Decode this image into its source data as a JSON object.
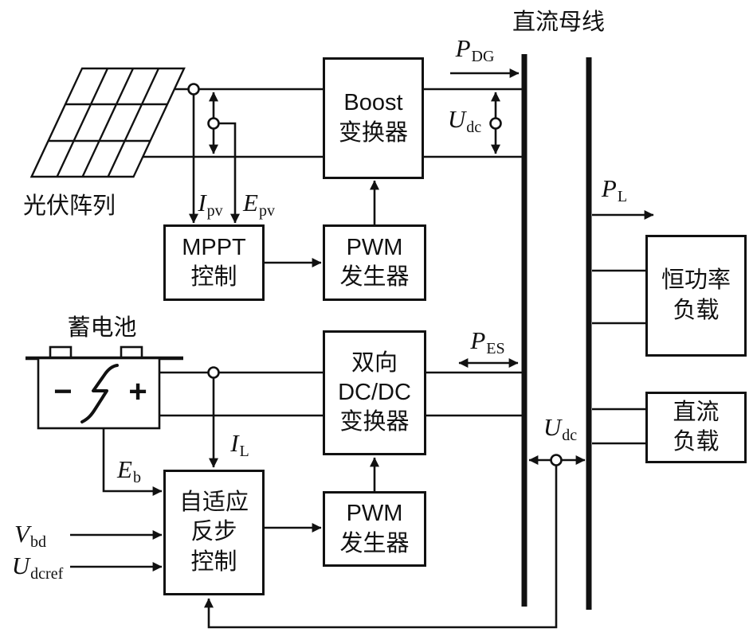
{
  "diagram": {
    "bus_title": "直流母线",
    "pv_label": "光伏阵列",
    "battery_label": "蓄电池",
    "battery_minus": "−",
    "battery_plus": "+"
  },
  "blocks": {
    "boost": {
      "lines": [
        "Boost",
        "变换器"
      ]
    },
    "mppt": {
      "lines": [
        "MPPT",
        "控制"
      ]
    },
    "pwm_top": {
      "lines": [
        "PWM",
        "发生器"
      ]
    },
    "bidir_dcdc": {
      "lines": [
        "双向",
        "DC/DC",
        "变换器"
      ]
    },
    "backstepping": {
      "lines": [
        "自适应",
        "反步",
        "控制"
      ]
    },
    "pwm_bottom": {
      "lines": [
        "PWM",
        "发生器"
      ]
    },
    "cpl": {
      "lines": [
        "恒功率",
        "负载"
      ]
    },
    "dc_load": {
      "lines": [
        "直流",
        "负载"
      ]
    }
  },
  "signals": {
    "p_dg": {
      "main": "P",
      "sub": "DG"
    },
    "u_dc_top": {
      "main": "U",
      "sub": "dc"
    },
    "p_es": {
      "main": "P",
      "sub": "ES"
    },
    "p_l": {
      "main": "P",
      "sub": "L"
    },
    "u_dc_bus": {
      "main": "U",
      "sub": "dc"
    },
    "i_pv": {
      "main": "I",
      "sub": "pv"
    },
    "e_pv": {
      "main": "E",
      "sub": "pv"
    },
    "i_l": {
      "main": "I",
      "sub": "L"
    },
    "e_b": {
      "main": "E",
      "sub": "b"
    },
    "v_bd": {
      "main": "V",
      "sub": "bd"
    },
    "u_dcref": {
      "main": "U",
      "sub": "dcref"
    }
  },
  "colors": {
    "ink": "#111111",
    "background": "#ffffff"
  }
}
